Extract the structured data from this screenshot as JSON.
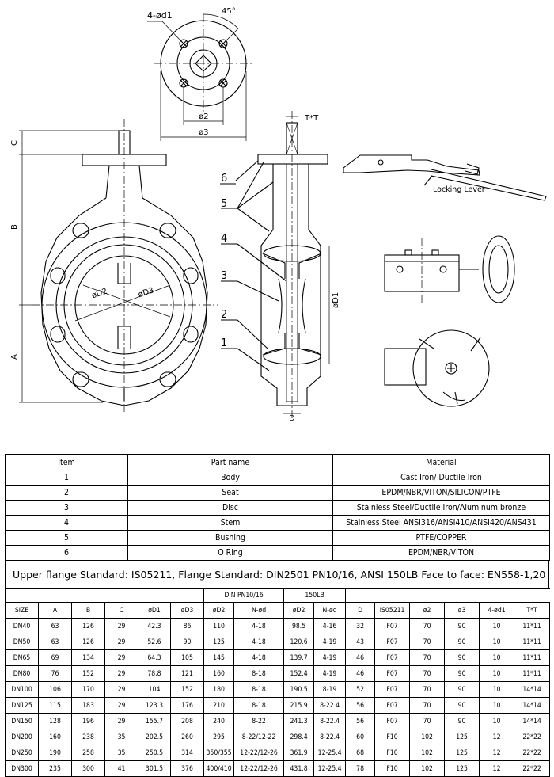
{
  "drawing": {
    "labels": {
      "bolt_holes": "4-ød1",
      "angle": "45°",
      "phi2": "ø2",
      "phi3": "ø3",
      "tt": "T*T",
      "c": "C",
      "b": "B",
      "a": "A",
      "d": "D",
      "od1": "øD1",
      "od2": "øD2",
      "od3": "øD3",
      "locking_lever": "Locking Lever",
      "callouts": [
        "6",
        "5",
        "4",
        "3",
        "2",
        "1"
      ]
    }
  },
  "parts_table": {
    "headers": [
      "Item",
      "Part name",
      "Material"
    ],
    "rows": [
      {
        "item": "1",
        "name": "Body",
        "material": "Cast Iron/ Ductile Iron"
      },
      {
        "item": "2",
        "name": "Seat",
        "material": "EPDM/NBR/VITON/SILICON/PTFE"
      },
      {
        "item": "3",
        "name": "Disc",
        "material": "Stainless Steel/Ductile Iron/Aluminum bronze"
      },
      {
        "item": "4",
        "name": "Stem",
        "material": "Stainless Steel ANSI316/ANSI410/ANSI420/ANS431"
      },
      {
        "item": "5",
        "name": "Bushing",
        "material": "PTFE/COPPER"
      },
      {
        "item": "6",
        "name": "O Ring",
        "material": "EPDM/NBR/VITON"
      }
    ]
  },
  "standards_line": "Upper flange Standard: IS05211,   Flange Standard: DIN2501 PN10/16, ANSI 150LB   Face to face: EN558-1,20",
  "dims_table": {
    "group_din": "DIN PN10/16",
    "group_150": "150LB",
    "headers": [
      "SIZE",
      "A",
      "B",
      "C",
      "øD1",
      "øD3",
      "øD2",
      "N-ød",
      "øD2",
      "N-ød",
      "D",
      "IS05211",
      "ø2",
      "ø3",
      "4-ød1",
      "T*T"
    ],
    "rows": [
      [
        "DN40",
        "63",
        "126",
        "29",
        "42.3",
        "86",
        "110",
        "4-18",
        "98.5",
        "4-16",
        "32",
        "F07",
        "70",
        "90",
        "10",
        "11*11"
      ],
      [
        "DN50",
        "63",
        "126",
        "29",
        "52.6",
        "90",
        "125",
        "4-18",
        "120.6",
        "4-19",
        "43",
        "F07",
        "70",
        "90",
        "10",
        "11*11"
      ],
      [
        "DN65",
        "69",
        "134",
        "29",
        "64.3",
        "105",
        "145",
        "4-18",
        "139.7",
        "4-19",
        "46",
        "F07",
        "70",
        "90",
        "10",
        "11*11"
      ],
      [
        "DN80",
        "76",
        "152",
        "29",
        "78.8",
        "121",
        "160",
        "8-18",
        "152.4",
        "4-19",
        "46",
        "F07",
        "70",
        "90",
        "10",
        "11*11"
      ],
      [
        "DN100",
        "106",
        "170",
        "29",
        "104",
        "152",
        "180",
        "8-18",
        "190.5",
        "8-19",
        "52",
        "F07",
        "70",
        "90",
        "10",
        "14*14"
      ],
      [
        "DN125",
        "115",
        "183",
        "29",
        "123.3",
        "176",
        "210",
        "8-18",
        "215.9",
        "8-22.4",
        "56",
        "F07",
        "70",
        "90",
        "10",
        "14*14"
      ],
      [
        "DN150",
        "128",
        "196",
        "29",
        "155.7",
        "208",
        "240",
        "8-22",
        "241.3",
        "8-22.4",
        "56",
        "F07",
        "70",
        "90",
        "10",
        "14*14"
      ],
      [
        "DN200",
        "160",
        "238",
        "35",
        "202.5",
        "260",
        "295",
        "8-22/12-22",
        "298.4",
        "8-22.4",
        "60",
        "F10",
        "102",
        "125",
        "12",
        "22*22"
      ],
      [
        "DN250",
        "190",
        "258",
        "35",
        "250.5",
        "314",
        "350/355",
        "12-22/12-26",
        "361.9",
        "12-25.4",
        "68",
        "F10",
        "102",
        "125",
        "12",
        "22*22"
      ],
      [
        "DN300",
        "235",
        "300",
        "41",
        "301.5",
        "376",
        "400/410",
        "12-22/12-26",
        "431.8",
        "12-25.4",
        "78",
        "F10",
        "102",
        "125",
        "12",
        "22*22"
      ]
    ]
  }
}
